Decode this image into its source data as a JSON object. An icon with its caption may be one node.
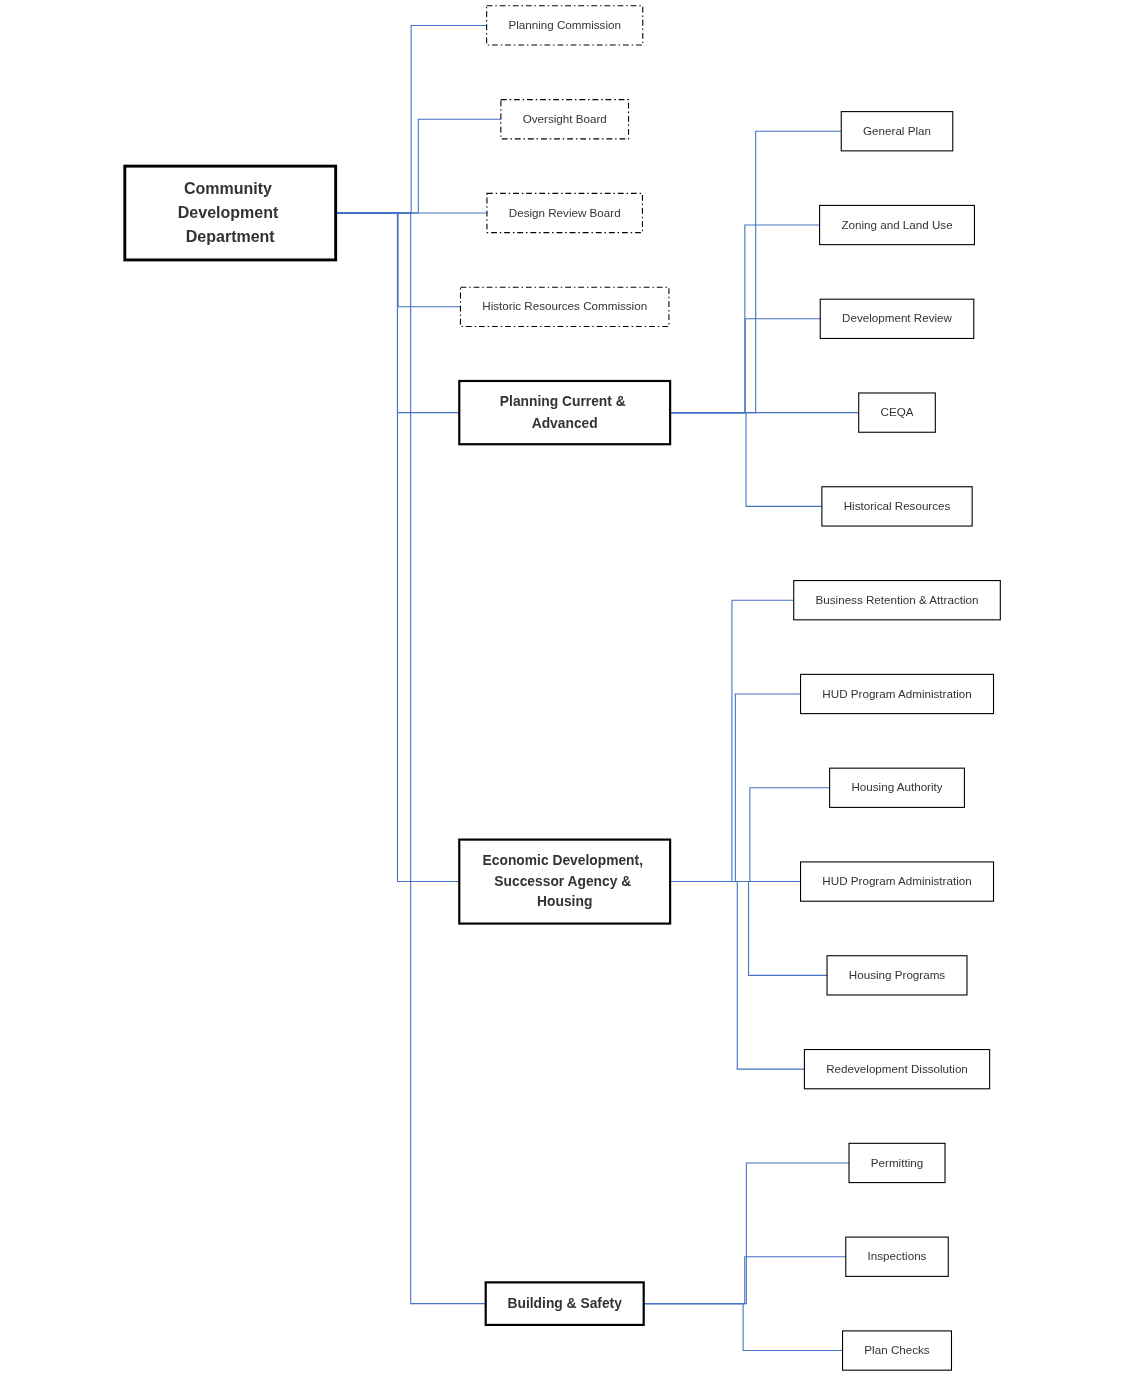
{
  "diagram": {
    "nodes": [
      {
        "text": [
          "Community Development Department"
        ]
      },
      {
        "text": [
          "Planning Commission"
        ]
      },
      {
        "text": [
          "Oversight Board"
        ]
      },
      {
        "text": [
          "Design Review Board"
        ]
      },
      {
        "text": [
          "Historic Resources Commission"
        ]
      },
      {
        "text": [
          "Planning Current & Advanced"
        ]
      },
      {
        "text": [
          "Economic Development, Successor Agency & Housing"
        ]
      },
      {
        "text": [
          "Building & Safety"
        ]
      },
      {
        "text": [
          "General Plan"
        ]
      },
      {
        "text": [
          "Zoning and Land Use"
        ]
      },
      {
        "text": [
          "Development Review"
        ]
      },
      {
        "text": [
          "CEQA"
        ]
      },
      {
        "text": [
          "Historical Resources"
        ]
      },
      {
        "text": [
          "Business Retention & Attraction"
        ]
      },
      {
        "text": [
          "HUD Program Administration"
        ]
      },
      {
        "text": [
          "Housing Authority"
        ]
      },
      {
        "text": [
          "HUD Program Administration"
        ]
      },
      {
        "text": [
          "Housing Programs"
        ]
      },
      {
        "text": [
          "Redevelopment Dissolution"
        ]
      },
      {
        "text": [
          "Permitting"
        ]
      },
      {
        "text": [
          "Inspections"
        ]
      },
      {
        "text": [
          "Plan Checks"
        ]
      }
    ],
    "edges": [
      {
        "from": 0,
        "to": 1,
        "arrow": "none"
      },
      {
        "from": 0,
        "to": 2,
        "arrow": "none"
      },
      {
        "from": 0,
        "to": 3,
        "arrow": "none"
      },
      {
        "from": 0,
        "to": 4,
        "arrow": "none"
      },
      {
        "from": 0,
        "to": 5,
        "arrow": "none"
      },
      {
        "from": 0,
        "to": 6,
        "arrow": "none"
      },
      {
        "from": 0,
        "to": 7,
        "arrow": "none"
      },
      {
        "from": 5,
        "to": 8,
        "arrow": "none"
      },
      {
        "from": 5,
        "to": 9,
        "arrow": "none"
      },
      {
        "from": 5,
        "to": 10,
        "arrow": "none"
      },
      {
        "from": 5,
        "to": 11,
        "arrow": "none"
      },
      {
        "from": 5,
        "to": 12,
        "arrow": "none"
      },
      {
        "from": 6,
        "to": 13,
        "arrow": "none"
      },
      {
        "from": 6,
        "to": 14,
        "arrow": "none"
      },
      {
        "from": 6,
        "to": 15,
        "arrow": "none"
      },
      {
        "from": 6,
        "to": 16,
        "arrow": "none"
      },
      {
        "from": 6,
        "to": 17,
        "arrow": "none"
      },
      {
        "from": 6,
        "to": 18,
        "arrow": "none"
      },
      {
        "from": 7,
        "to": 19,
        "arrow": "none"
      },
      {
        "from": 7,
        "to": 20,
        "arrow": "none"
      },
      {
        "from": 7,
        "to": 21,
        "arrow": "none"
      }
    ]
  }
}
